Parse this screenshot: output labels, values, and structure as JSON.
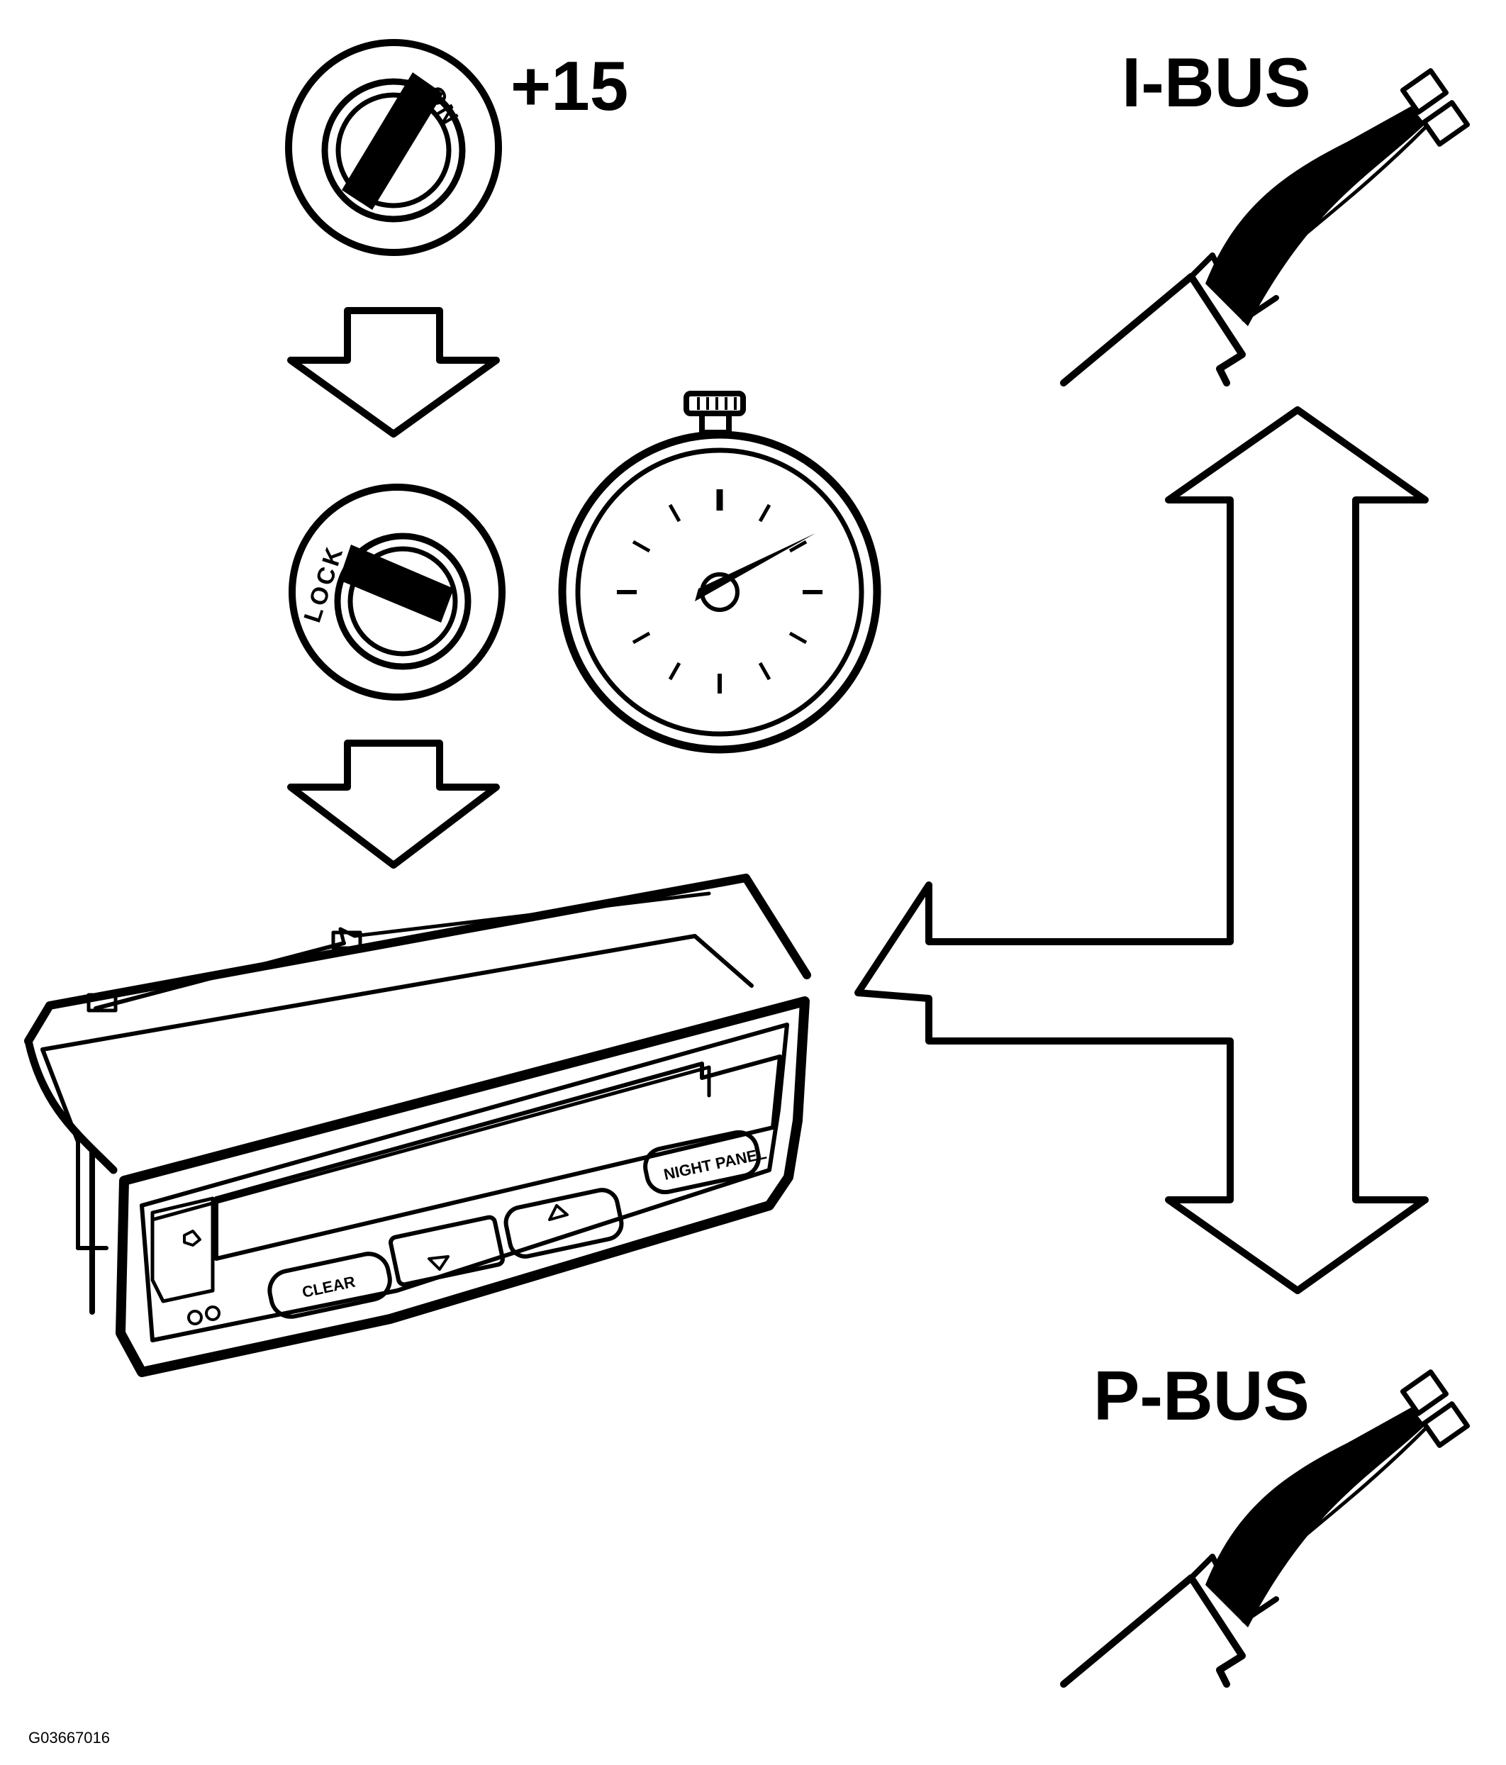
{
  "labels": {
    "ignition": "+15",
    "i_bus": "I-BUS",
    "p_bus": "P-BUS",
    "reference": "G03667016"
  },
  "key_switch_on": {
    "position": "ON"
  },
  "key_switch_lock": {
    "position": "LOCK"
  },
  "display_unit": {
    "buttons": {
      "clear": "CLEAR",
      "night_panel": "NIGHT PANEL"
    }
  },
  "icons": [
    "ignition-on-icon",
    "ignition-lock-icon",
    "down-arrow-icon",
    "stopwatch-icon",
    "connector-icon",
    "double-arrow-icon",
    "left-arrow-icon",
    "display-unit-icon"
  ],
  "colors": {
    "ink": "#000000",
    "background": "#ffffff"
  }
}
